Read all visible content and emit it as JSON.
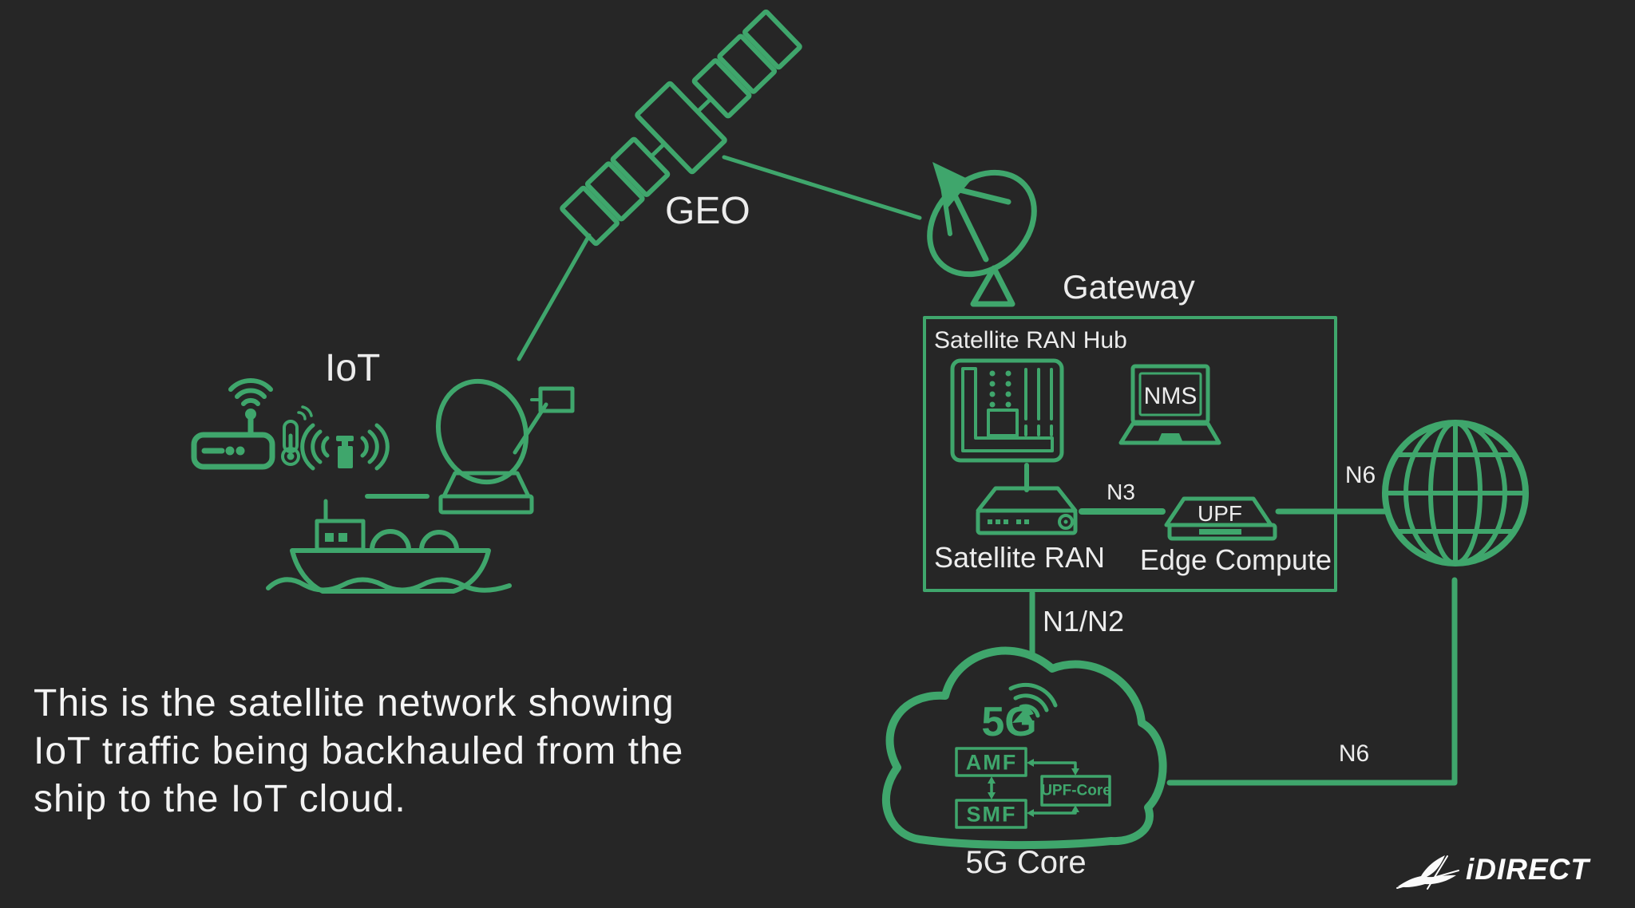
{
  "colors": {
    "background": "#262626",
    "green": "#3fa66c",
    "text": "#ececec"
  },
  "nodes": {
    "geo": {
      "label": "GEO"
    },
    "iot": {
      "label": "IoT"
    },
    "gateway": {
      "label": "Gateway"
    },
    "hub": {
      "title": "Satellite RAN Hub",
      "nms_label": "NMS",
      "modem_label": "Satellite RAN",
      "upf_label": "UPF",
      "edge_label": "Edge Compute"
    },
    "core": {
      "logo": "5G",
      "label": "5G Core",
      "amf": "AMF",
      "smf": "SMF",
      "upf_core": "UPF-Core"
    }
  },
  "links": {
    "n3": "N3",
    "n6_hub": "N6",
    "n1n2": "N1/N2",
    "n6_core": "N6"
  },
  "caption": {
    "lines": [
      "This is the satellite network showing",
      "IoT traffic being backhauled from the",
      "ship to the IoT cloud."
    ]
  },
  "brand": {
    "logo_text": "iDIRECT"
  }
}
